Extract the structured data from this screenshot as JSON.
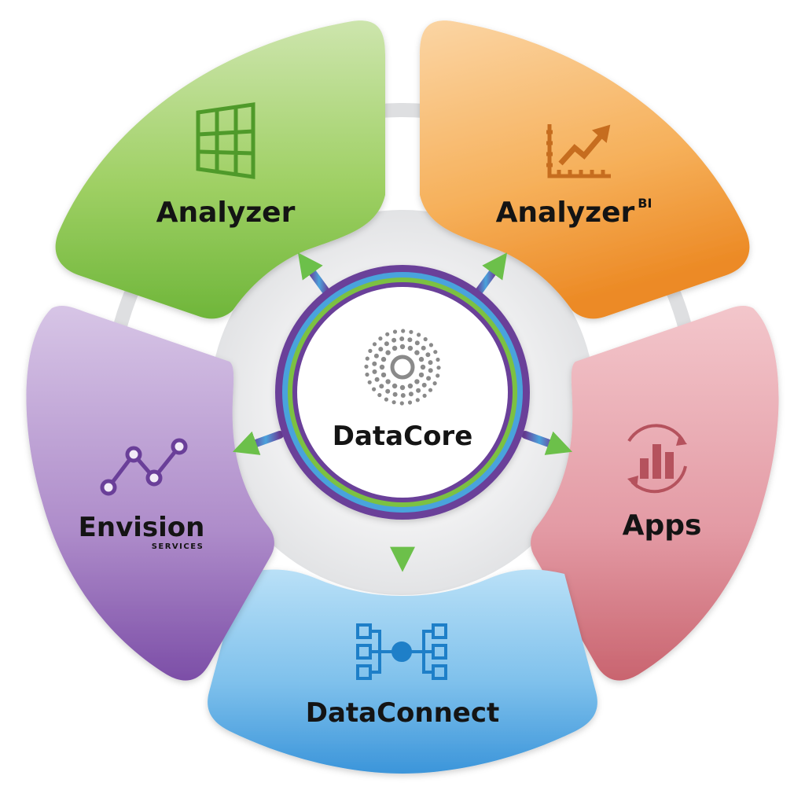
{
  "diagram": {
    "center": {
      "label": "DataCore",
      "icon": "datacore-dots-icon"
    },
    "segments": {
      "analyzer": {
        "label": "Analyzer",
        "icon": "window-grid-icon",
        "color": "#7cc142"
      },
      "analyzer_bi": {
        "label": "Analyzer",
        "superscript": "BI",
        "icon": "trend-chart-icon",
        "color": "#f5a13c"
      },
      "apps": {
        "label": "Apps",
        "icon": "bar-chart-cycle-icon",
        "color": "#d98591"
      },
      "dataconnect": {
        "label": "DataConnect",
        "icon": "network-hub-icon",
        "color": "#4fa6e2"
      },
      "envision": {
        "label": "Envision",
        "sublabel": "SERVICES",
        "icon": "line-nodes-icon",
        "color": "#9a6db8"
      }
    }
  }
}
